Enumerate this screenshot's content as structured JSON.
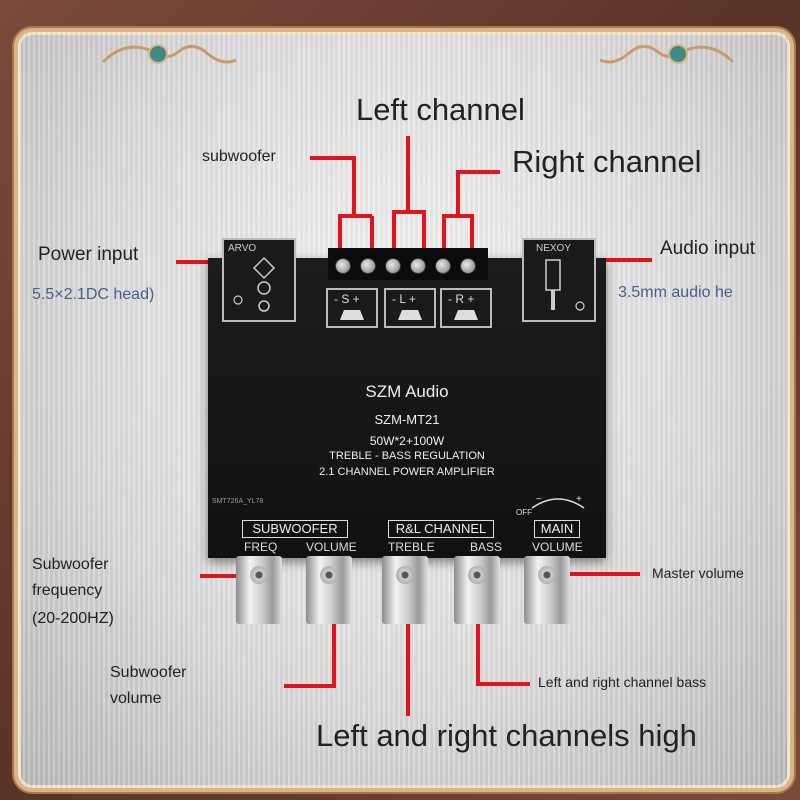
{
  "labels": {
    "left_channel": "Left channel",
    "right_channel": "Right channel",
    "subwoofer": "subwoofer",
    "power_input": "Power input",
    "power_input_spec": "5.5×2.1DC head)",
    "audio_input": "Audio input",
    "audio_input_spec": "3.5mm audio he",
    "subwoofer_frequency_1": "Subwoofer",
    "subwoofer_frequency_2": "frequency",
    "subwoofer_frequency_3": "(20-200HZ)",
    "subwoofer_volume_1": "Subwoofer",
    "subwoofer_volume_2": "volume",
    "master_volume": "Master volume",
    "lr_bass": "Left and right channel bass",
    "lr_high": "Left and right channels high"
  },
  "board": {
    "brand": "SZM Audio",
    "model": "SZM-MT21",
    "power": "50W*2+100W",
    "regulation": "TREBLE - BASS REGULATION",
    "type": "2.1 CHANNEL POWER AMPLIFIER",
    "left_jack_label": "ARVO",
    "right_jack_label": "NEXOY",
    "serial": "SMT726A_YL78",
    "off": "OFF",
    "groups": {
      "subwoofer": "SUBWOOFER",
      "rl_channel": "R&L CHANNEL",
      "main": "MAIN"
    },
    "knob_labels": [
      "FREQ",
      "VOLUME",
      "TREBLE",
      "BASS",
      "VOLUME"
    ],
    "terminal_marks": [
      "- S +",
      "- L +",
      "- R +"
    ]
  },
  "colors": {
    "callout_line": "#e0141e",
    "board": "#141414",
    "frame": "#d8b58a"
  }
}
